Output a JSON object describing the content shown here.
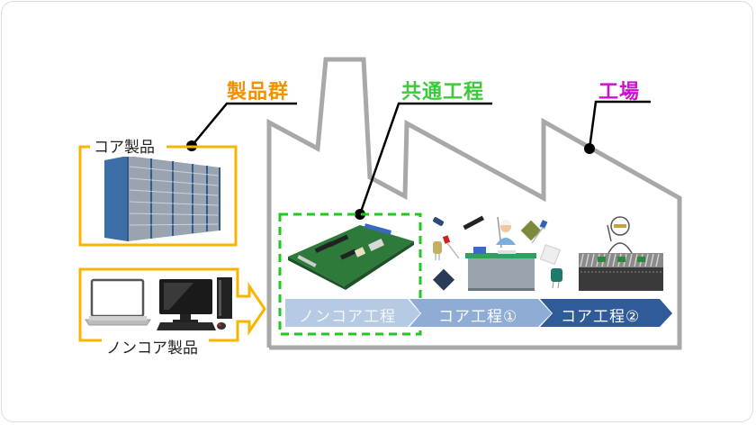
{
  "labels": {
    "product_group": "製品群",
    "common_process": "共通工程",
    "factory": "工場"
  },
  "products": {
    "core": "コア製品",
    "non_core": "ノンコア製品"
  },
  "processes": [
    {
      "label": "ノンコア工程",
      "color": "#b6cae4"
    },
    {
      "label": "コア工程①",
      "color": "#8facd4"
    },
    {
      "label": "コア工程②",
      "color": "#2f5c98"
    }
  ],
  "colors": {
    "product_group": "#f39200",
    "common_process": "#3ec83c",
    "factory": "#cc10cc",
    "box_border": "#f7b500",
    "factory_outline": "#a8a8a8",
    "dashed": "#22c822"
  },
  "icons": [
    "server-rack-icon",
    "laptop-icon",
    "desktop-pc-icon",
    "circuit-board-icon",
    "electronic-components-icon",
    "assembly-worker-icon",
    "conveyor-worker-icon"
  ]
}
